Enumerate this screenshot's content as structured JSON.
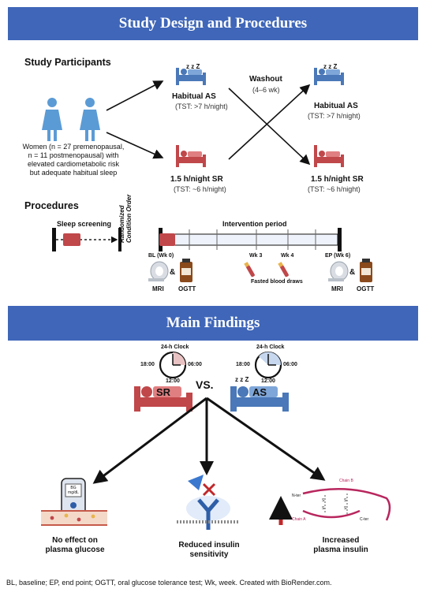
{
  "banner_top": "Study Design and Procedures",
  "banner_mid": "Main Findings",
  "participants": {
    "heading": "Study Participants",
    "desc_l1": "Women (n = 27 premenopausal,",
    "desc_l2": "n = 11 postmenopausal) with",
    "desc_l3": "elevated cardiometabolic risk",
    "desc_l4": "but adequate habitual sleep",
    "arm1_title": "Habitual AS",
    "arm1_sub": "(TST: >7 h/night)",
    "arm2_title": "1.5 h/night SR",
    "arm2_sub": "(TST: ~6 h/night)",
    "washout_title": "Washout",
    "washout_sub": "(4–6 wk)",
    "arm3_title": "Habitual AS",
    "arm3_sub": "(TST: >7 h/night)",
    "arm4_title": "1.5 h/night SR",
    "arm4_sub": "(TST: ~6 h/night)",
    "sleep_zz": "z z Z"
  },
  "procedures": {
    "heading": "Procedures",
    "screening": "Sleep screening",
    "randomized_l1": "Randomized",
    "randomized_l2": "Condition Order",
    "intervention": "Intervention period",
    "bl": "BL (Wk 0)",
    "wk3": "Wk 3",
    "wk4": "Wk 4",
    "ep": "EP (Wk 6)",
    "fasted": "Fasted blood draws",
    "amp1": "&",
    "amp2": "&",
    "mri1": "MRI",
    "ogtt1": "OGTT",
    "mri2": "MRI",
    "ogtt2": "OGTT"
  },
  "findings": {
    "clock_label1": "24-h Clock",
    "clock_label2": "24-h Clock",
    "c1_left": "18:00",
    "c1_right": "06:00",
    "c1_bottom": "12:00",
    "c2_left": "18:00",
    "c2_right": "06:00",
    "c2_bottom": "12:00",
    "sr_label": "SR",
    "as_label": "AS",
    "vs": "VS.",
    "glucometer_text": "BG mg/dL",
    "f1_l1": "No effect on",
    "f1_l2": "plasma glucose",
    "f2_l1": "Reduced insulin",
    "f2_l2": "sensitivity",
    "f3_l1": "Increased",
    "f3_l2": "plasma insulin",
    "chain_b": "Chain B",
    "chain_a": "Chain A",
    "n_ter": "N-ter",
    "c_ter": "C-ter",
    "ss1": "S",
    "ss2": "S",
    "ss3": "S",
    "ss4": "S"
  },
  "footnote": "BL, baseline; EP, end point; OGTT, oral glucose tolerance test; Wk, week. Created with BioRender.com.",
  "colors": {
    "banner": "#3f66b8",
    "person": "#5b9bd5",
    "sr_bed": "#c0474a",
    "as_bed": "#4a78b8",
    "arrow": "#111111"
  }
}
